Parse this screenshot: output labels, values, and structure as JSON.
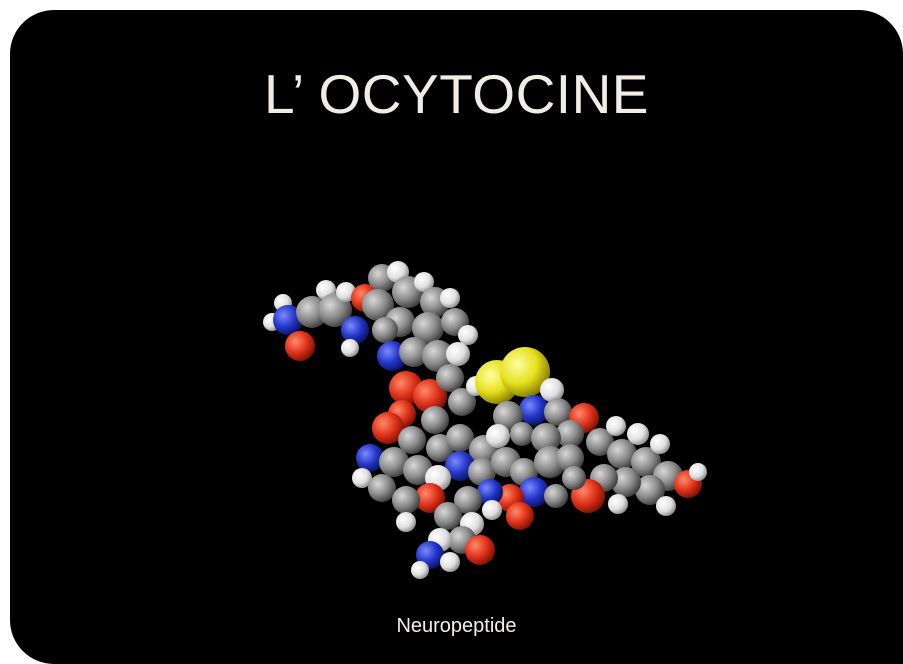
{
  "slide": {
    "title": "L’ OCYTOCINE",
    "caption": "Neuropeptide"
  },
  "molecule_image": {
    "icon": "oxytocin-space-filling-molecule",
    "colors": {
      "carbon": "#8c8c8c",
      "hydrogen": "#e8e8e8",
      "oxygen": "#e0321a",
      "nitrogen": "#2436c8",
      "sulfur": "#e6e01e"
    }
  },
  "theme": {
    "background": "#000000",
    "text": "#f2ece6"
  }
}
